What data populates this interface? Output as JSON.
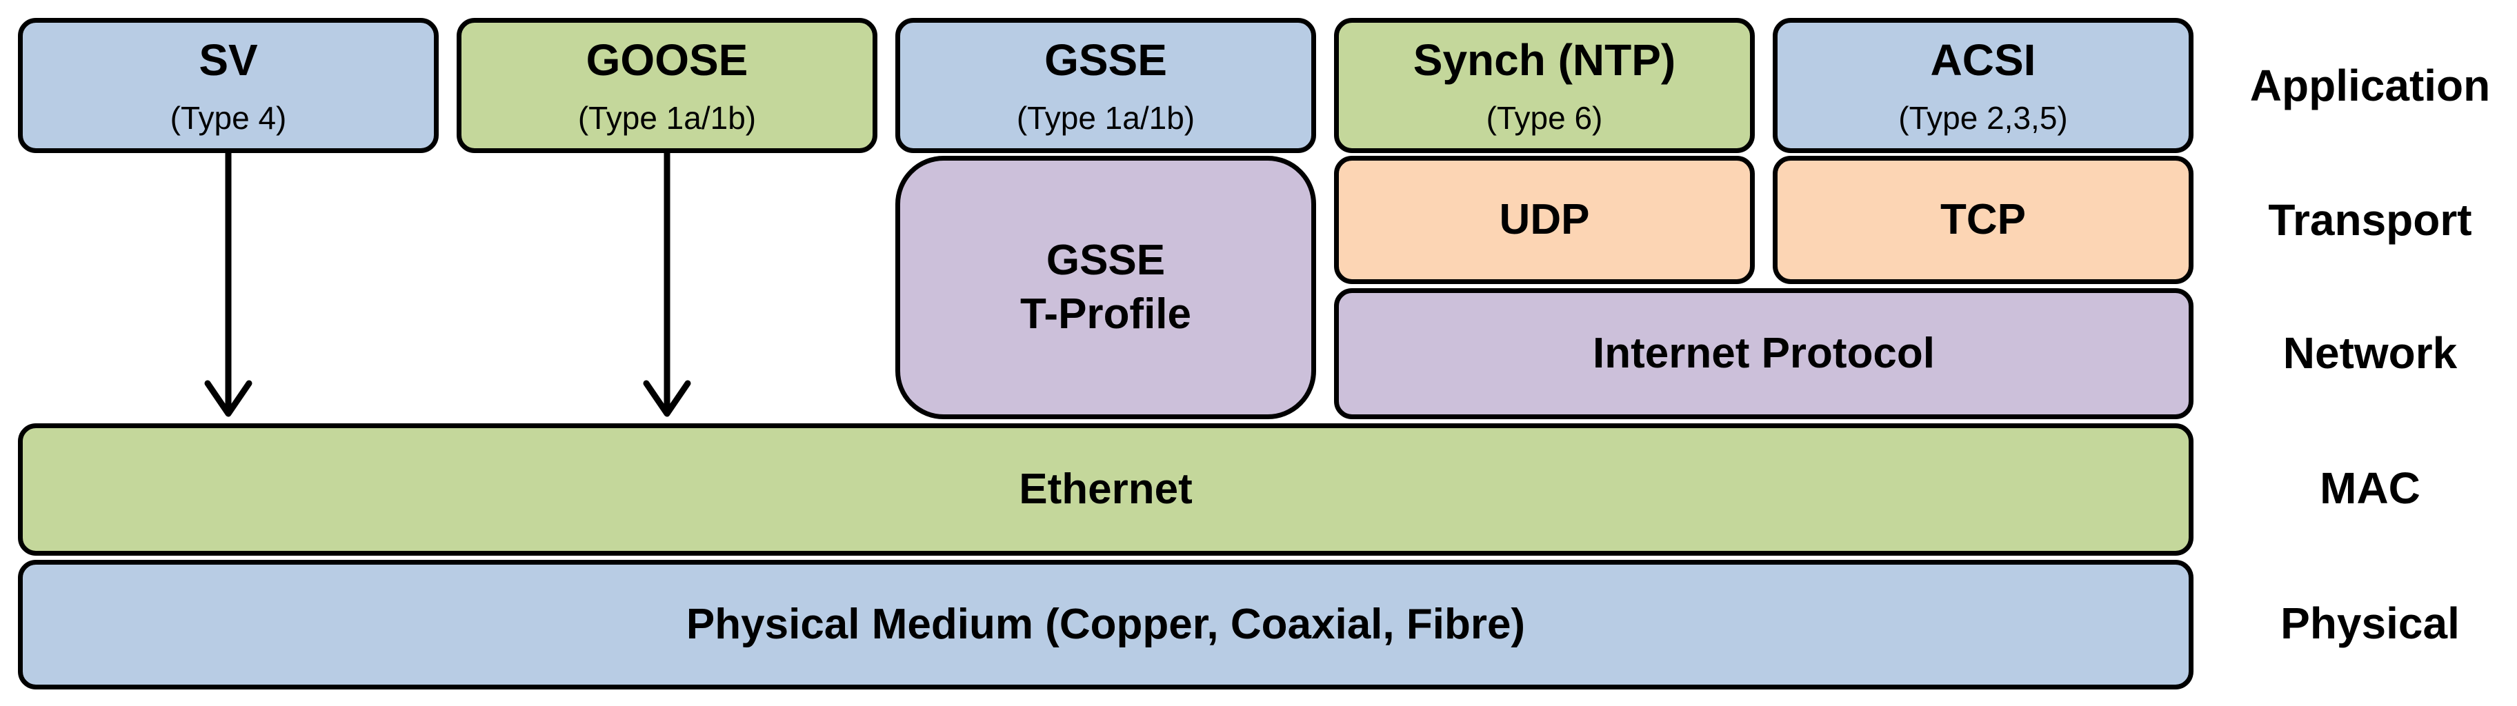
{
  "application_boxes": [
    {
      "title": "SV",
      "subtitle": "(Type 4)"
    },
    {
      "title": "GOOSE",
      "subtitle": "(Type 1a/1b)"
    },
    {
      "title": "GSSE",
      "subtitle": "(Type 1a/1b)"
    },
    {
      "title": "Synch (NTP)",
      "subtitle": "(Type  6)"
    },
    {
      "title": "ACSI",
      "subtitle": "(Type 2,3,5)"
    }
  ],
  "gsse_t_profile": {
    "line1": "GSSE",
    "line2": "T-Profile"
  },
  "udp": "UDP",
  "tcp": "TCP",
  "internet_protocol": "Internet Protocol",
  "ethernet": "Ethernet",
  "physical_medium": "Physical Medium (Copper, Coaxial, Fibre)",
  "layers": [
    "Application",
    "Transport",
    "Network",
    "MAC",
    "Physical"
  ],
  "colors": {
    "blue": "#b8cce4",
    "green": "#c4d79b",
    "purple": "#ccc0da",
    "orange": "#fcd5b4",
    "border": "#000000"
  }
}
